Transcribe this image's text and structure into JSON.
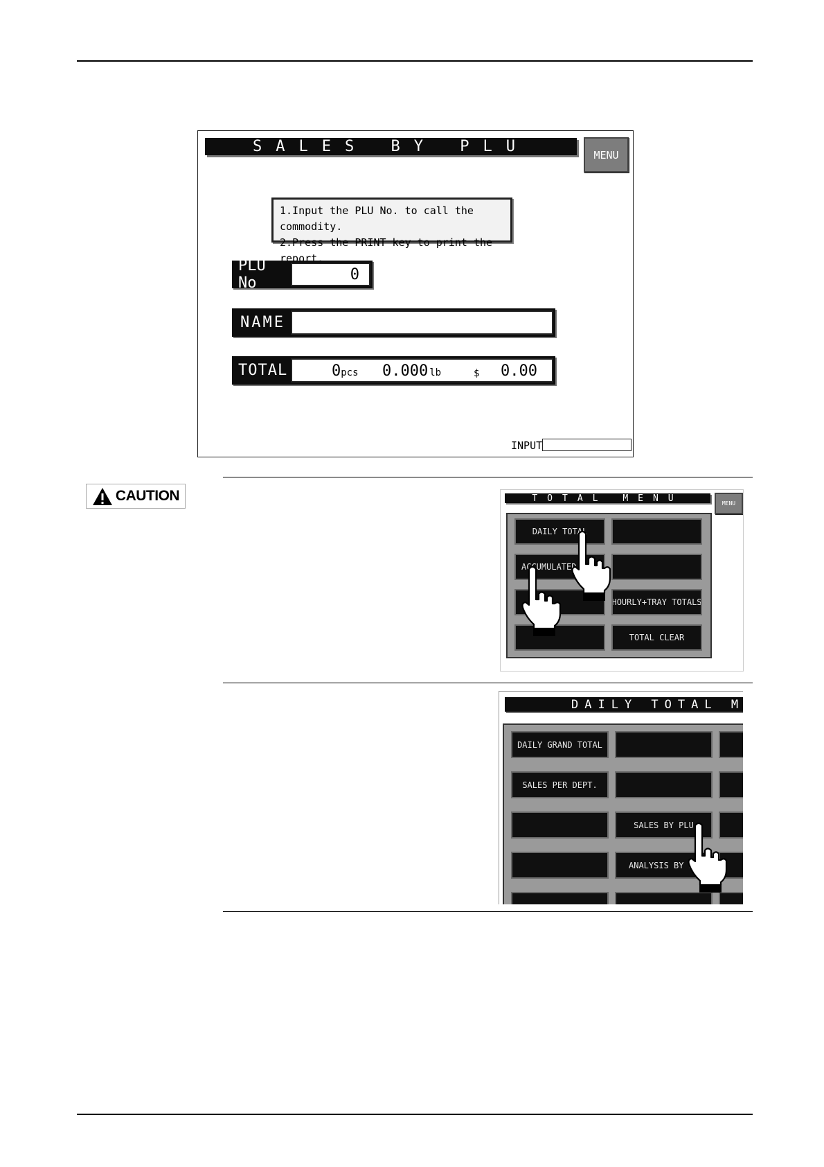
{
  "main_screen": {
    "title": "SALES BY PLU",
    "menu_label": "MENU",
    "instructions": [
      "1.Input the PLU No. to call the commodity.",
      "2.Press the PRINT key to print the report."
    ],
    "plu_label": "PLU No",
    "plu_value": "0",
    "name_label": "NAME",
    "name_value": "",
    "total_label": "TOTAL",
    "total_pcs": "0",
    "pcs_unit": "pcs",
    "total_weight": "0.000",
    "weight_unit": "lb",
    "currency": "$",
    "total_amount": "0.00",
    "input_label": "INPUT",
    "input_value": ""
  },
  "caution": {
    "label": "CAUTION"
  },
  "total_menu": {
    "title": "TOTAL MENU",
    "menu_label": "MENU",
    "buttons": [
      "DAILY TOTAL",
      "",
      "ACCUMULATED",
      "",
      "",
      "HOURLY+TRAY TOTALS",
      "",
      "TOTAL CLEAR"
    ]
  },
  "daily_total_menu": {
    "title": "DAILY TOTAL MENU",
    "buttons": [
      "DAILY GRAND TOTAL",
      "",
      "SALES PER DEPT.",
      "",
      "",
      "SALES BY PLU",
      "",
      "ANALYSIS BY P",
      "",
      ""
    ]
  },
  "icons": {
    "caution": "warning-triangle-icon",
    "pointer": "pointing-hand-icon"
  }
}
